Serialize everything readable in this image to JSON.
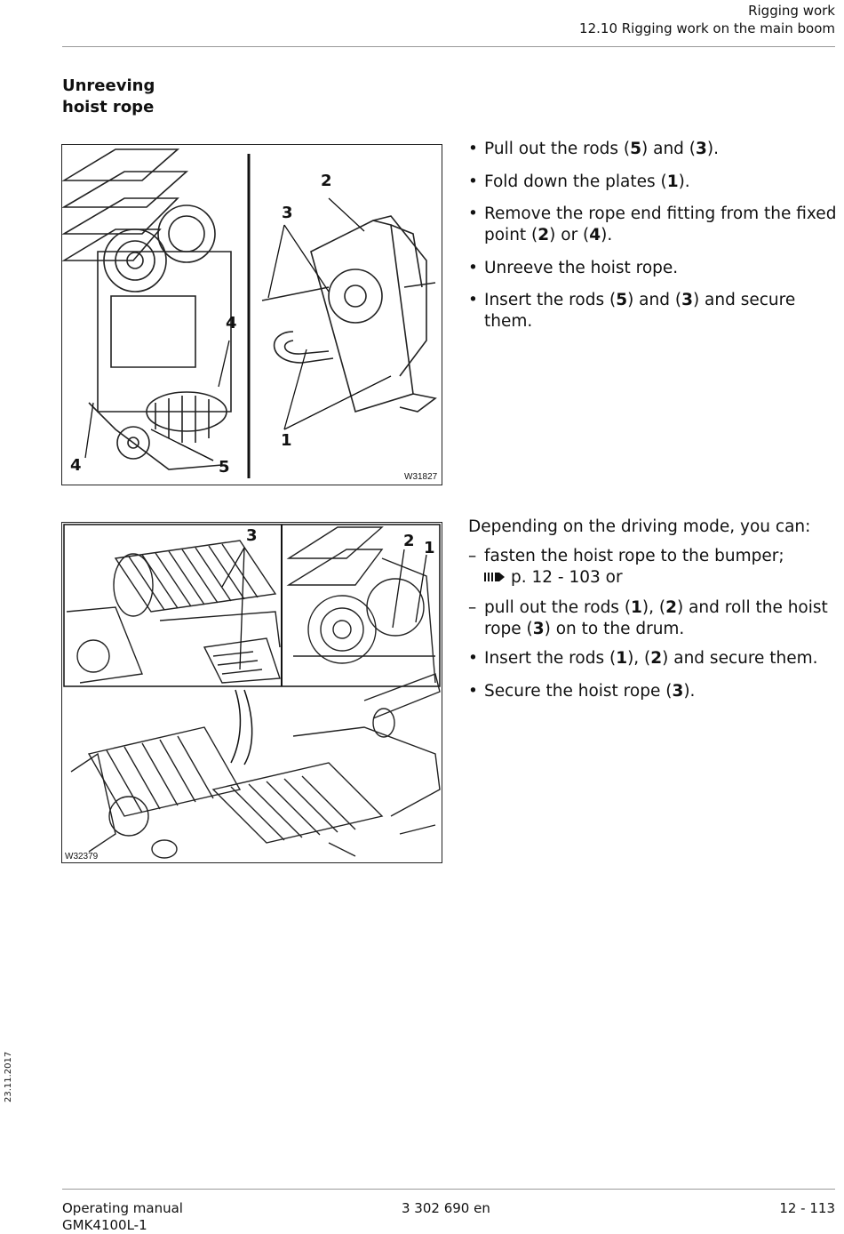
{
  "header": {
    "chapter": "Rigging work",
    "section": "12.10 Rigging work on the main boom"
  },
  "title": [
    "Unreeving",
    "hoist rope"
  ],
  "figure1": {
    "id": "W31827",
    "callouts": [
      "2",
      "3",
      "4",
      "1",
      "4",
      "5"
    ]
  },
  "figure2": {
    "id": "W32379",
    "callouts": [
      "3",
      "2",
      "1"
    ]
  },
  "steps1": [
    {
      "marker": "•",
      "parts": [
        [
          "Pull out the rods (",
          false
        ],
        [
          "5",
          true
        ],
        [
          ") and (",
          false
        ],
        [
          "3",
          true
        ],
        [
          ").",
          false
        ]
      ]
    },
    {
      "marker": "•",
      "parts": [
        [
          "Fold down the plates (",
          false
        ],
        [
          "1",
          true
        ],
        [
          ").",
          false
        ]
      ]
    },
    {
      "marker": "•",
      "parts": [
        [
          "Remove the rope end fitting from the fixed point (",
          false
        ],
        [
          "2",
          true
        ],
        [
          ") or (",
          false
        ],
        [
          "4",
          true
        ],
        [
          ").",
          false
        ]
      ]
    },
    {
      "marker": "•",
      "parts": [
        [
          "Unreeve the hoist rope.",
          false
        ]
      ]
    },
    {
      "marker": "•",
      "parts": [
        [
          "Insert the rods (",
          false
        ],
        [
          "5",
          true
        ],
        [
          ") and (",
          false
        ],
        [
          "3",
          true
        ],
        [
          ") and secure them.",
          false
        ]
      ]
    }
  ],
  "intro2": "Depending on the driving mode, you can:",
  "steps2": [
    {
      "marker": "–",
      "parts": [
        [
          "fasten the hoist rope to the bumper;",
          false
        ]
      ],
      "ref": "p. 12 - 103 or"
    },
    {
      "marker": "–",
      "parts": [
        [
          "pull out the rods (",
          false
        ],
        [
          "1",
          true
        ],
        [
          "), (",
          false
        ],
        [
          "2",
          true
        ],
        [
          ") and roll the hoist rope (",
          false
        ],
        [
          "3",
          true
        ],
        [
          ") on to the drum.",
          false
        ]
      ]
    },
    {
      "marker": "•",
      "parts": [
        [
          "Insert the rods (",
          false
        ],
        [
          "1",
          true
        ],
        [
          "), (",
          false
        ],
        [
          "2",
          true
        ],
        [
          ") and secure them.",
          false
        ]
      ]
    },
    {
      "marker": "•",
      "parts": [
        [
          "Secure the hoist rope (",
          false
        ],
        [
          "3",
          true
        ],
        [
          ").",
          false
        ]
      ]
    }
  ],
  "side_date": "23.11.2017",
  "footer": {
    "manual": "Operating manual",
    "model": "GMK4100L-1",
    "doc_number": "3 302 690 en",
    "page": "12 - 113"
  }
}
